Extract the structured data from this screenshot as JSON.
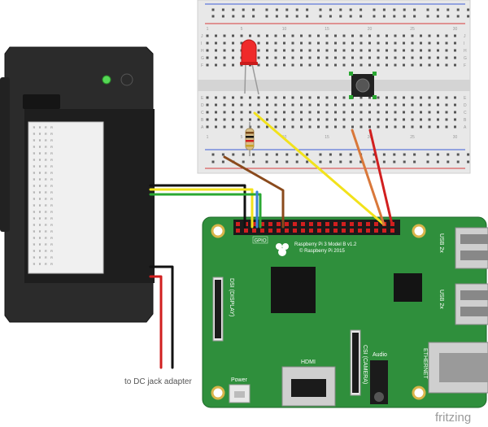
{
  "breadboard": {
    "row_numbers": [
      "1",
      "5",
      "10",
      "15",
      "20",
      "25",
      "30"
    ],
    "top_letters": [
      "J",
      "I",
      "H",
      "G",
      "F"
    ],
    "bottom_letters": [
      "E",
      "D",
      "C",
      "B",
      "A"
    ]
  },
  "pi": {
    "model_text": "Raspberry Pi 3 Model B v1.2",
    "copyright_text": "© Raspberry Pi 2015",
    "gpio_label": "GPIO",
    "dsi_label": "DSI (DISPLAY)",
    "csi_label": "CSI (CAMERA)",
    "hdmi_label": "HDMI",
    "audio_label": "Audio",
    "power_label": "Power",
    "usb_label_1": "USB 2x",
    "usb_label_2": "USB 2x",
    "ethernet_label": "ETHERNET"
  },
  "printer": {
    "paper_glyphs": "ꟸ ꟸ ꟸ ꟸ"
  },
  "labels": {
    "dc_jack": "to DC jack adapter",
    "brand": "fritzing"
  },
  "colors": {
    "pcb": "#2f8f3c",
    "wire_black": "#111111",
    "wire_yellow": "#f2e21b",
    "wire_green": "#2aa832",
    "wire_brown": "#8a4a1c",
    "wire_red": "#d11f1f",
    "wire_blue": "#3a7fd6",
    "wire_orange": "#d9783a"
  }
}
